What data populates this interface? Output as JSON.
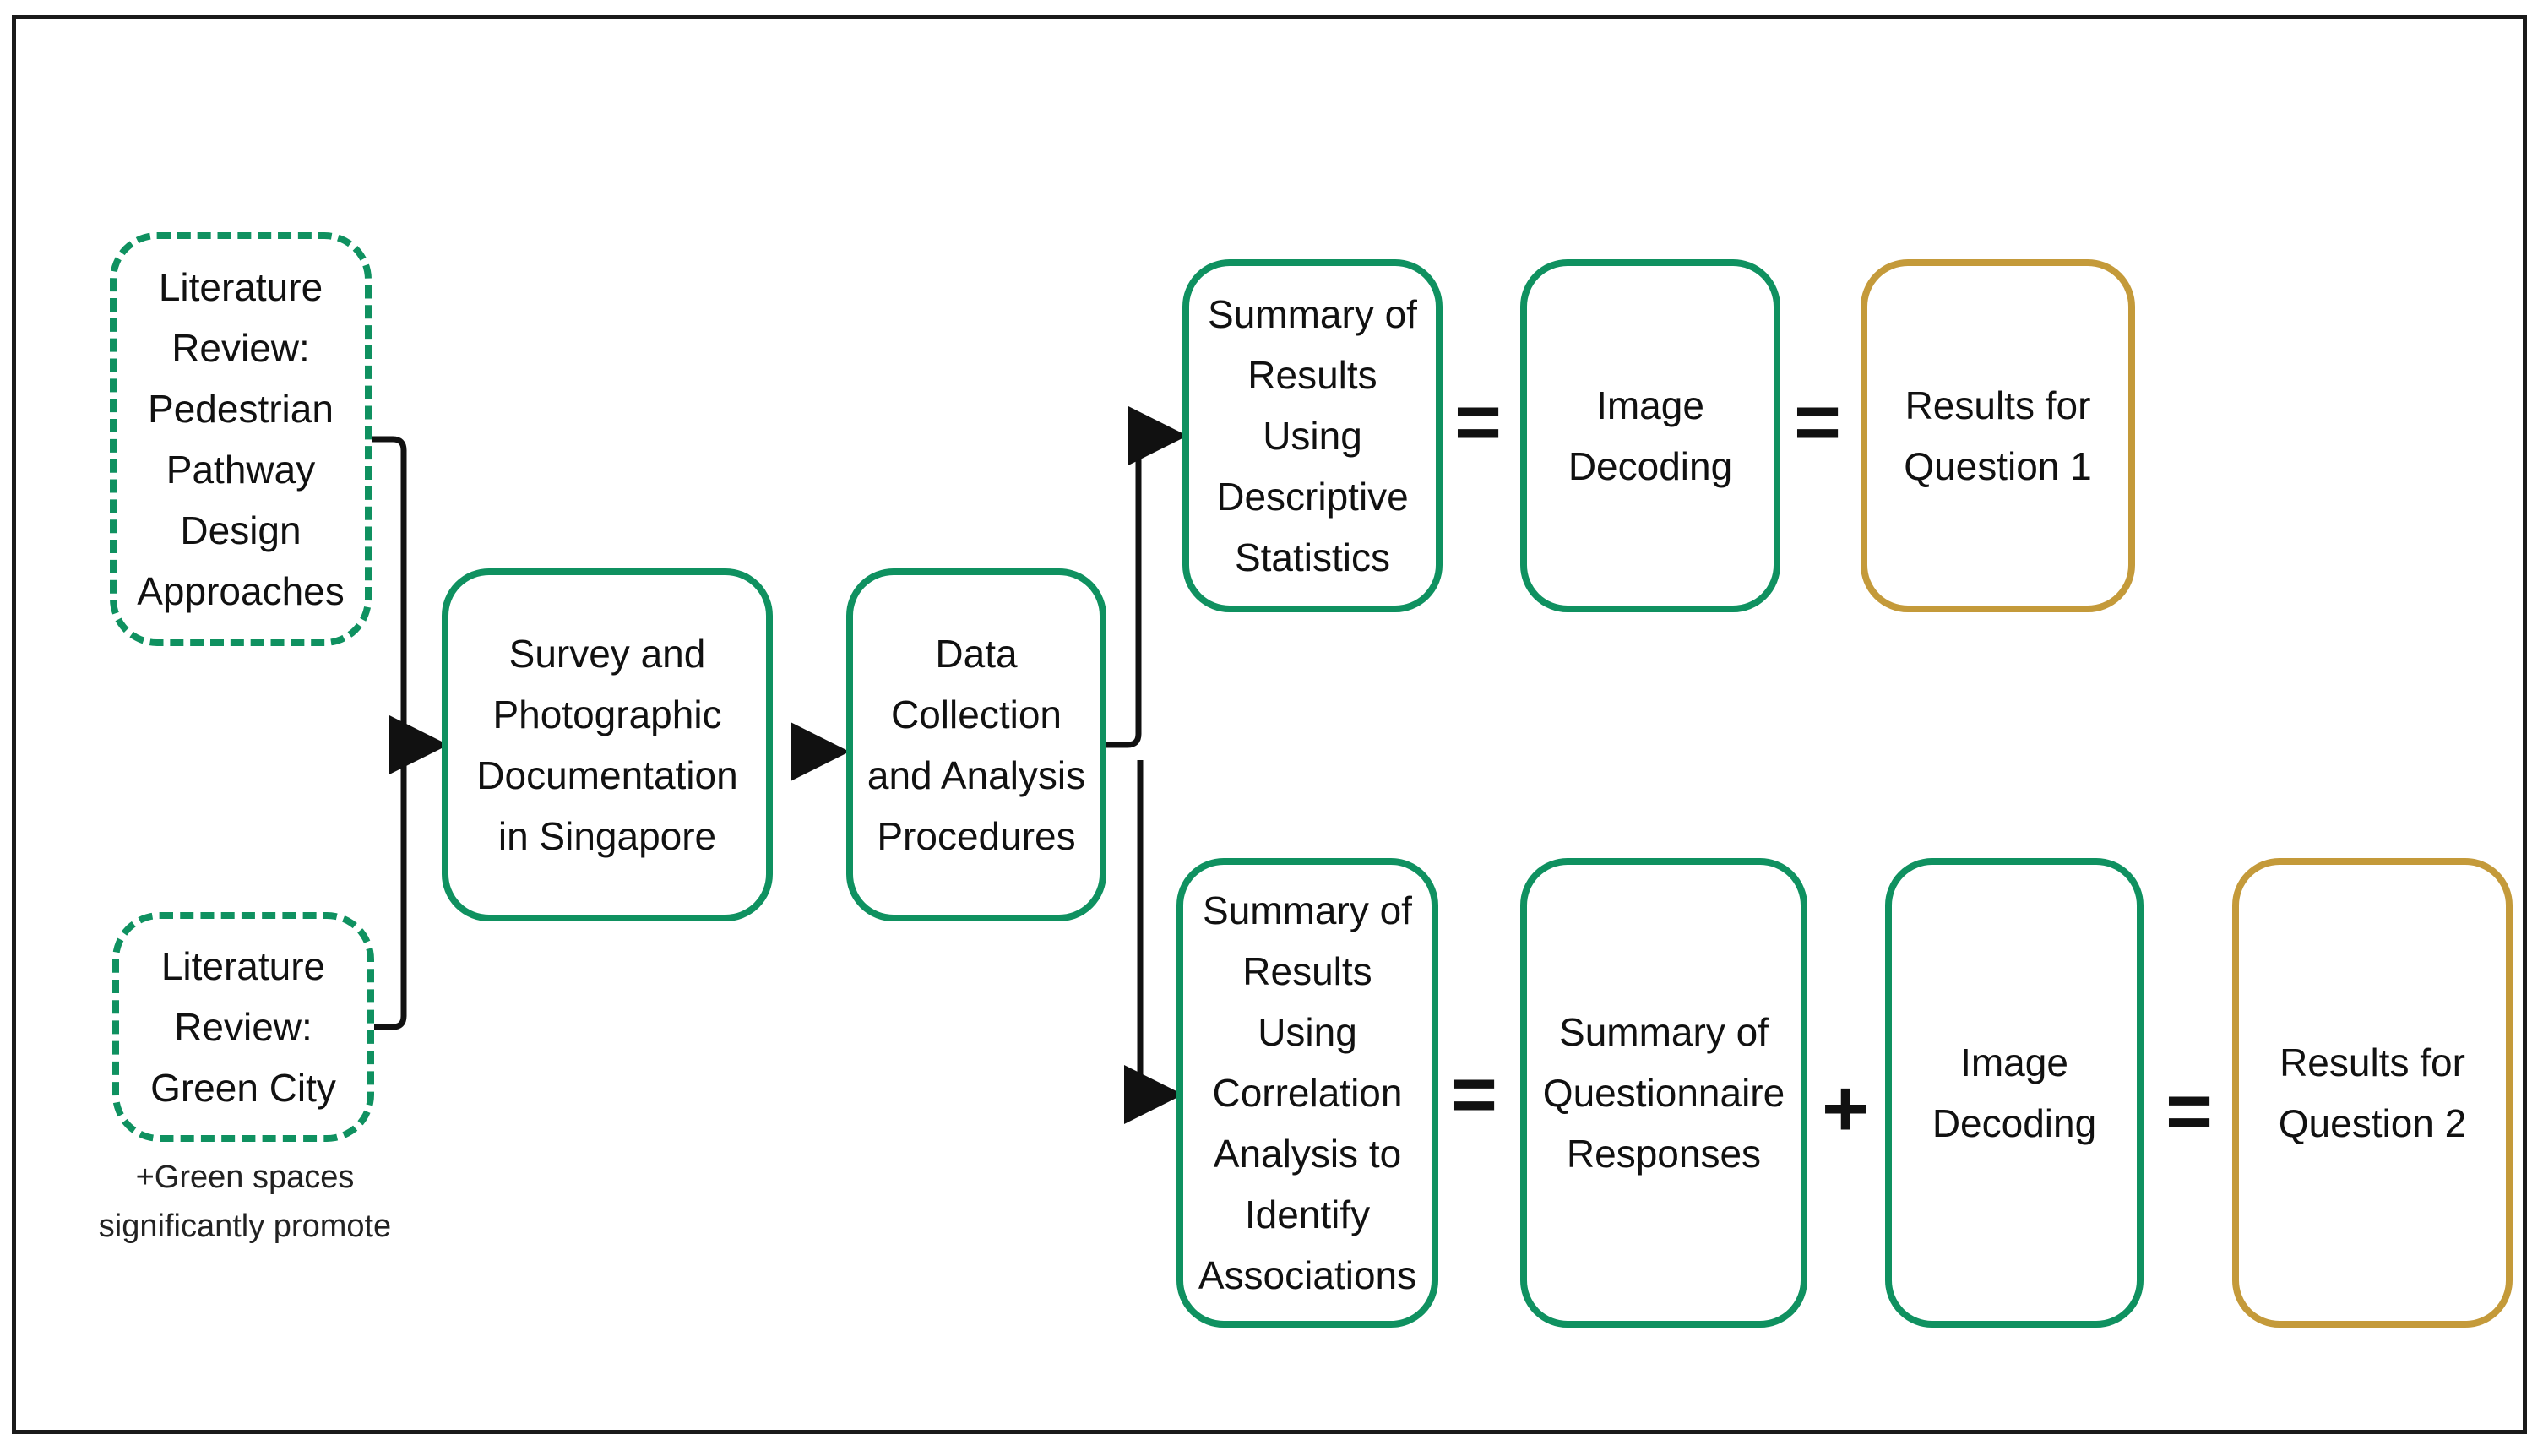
{
  "diagram": {
    "nodes": {
      "lit_pedestrian": "Literature\nReview:\nPedestrian\nPathway\nDesign\nApproaches",
      "lit_green_city": "Literature\nReview:\nGreen City",
      "survey": "Survey and\nPhotographic\nDocumentation\nin Singapore",
      "data_collection": "Data\nCollection\nand Analysis\nProcedures",
      "summary_descriptive": "Summary of\nResults\nUsing\nDescriptive\nStatistics",
      "image_decoding_1": "Image\nDecoding",
      "results_q1": "Results for\nQuestion 1",
      "summary_correlation": "Summary of\nResults\nUsing\nCorrelation\nAnalysis to\nIdentify\nAssociations",
      "summary_questionnaire": "Summary of\nQuestionnaire\nResponses",
      "image_decoding_2": "Image\nDecoding",
      "results_q2": "Results for\nQuestion 2"
    },
    "operators": {
      "eq1": "=",
      "eq2": "=",
      "eq3": "=",
      "plus": "+",
      "eq4": "="
    },
    "note": "+Green spaces\nsignificantly promote",
    "colors": {
      "green_border": "#0f9160",
      "gold_border": "#c49a3a",
      "connector": "#111111"
    }
  }
}
